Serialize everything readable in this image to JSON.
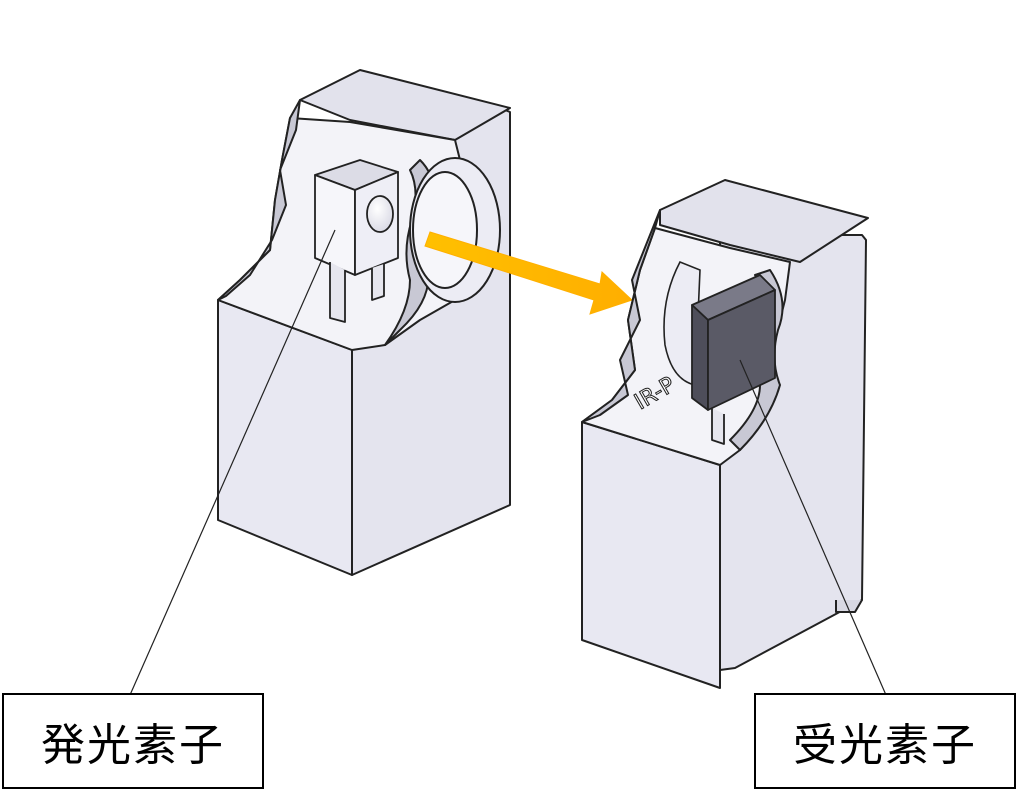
{
  "labels": {
    "emitter": "発光素子",
    "receiver": "受光素子",
    "receiver_engraving": "IR-P"
  },
  "colors": {
    "body_fill": "#e6e6f0",
    "body_side": "#dcdce8",
    "cut_edge": "#c8c8d2",
    "outline": "#222222",
    "arrow": "#ffb800",
    "receiver_element": "#5a5a66"
  }
}
